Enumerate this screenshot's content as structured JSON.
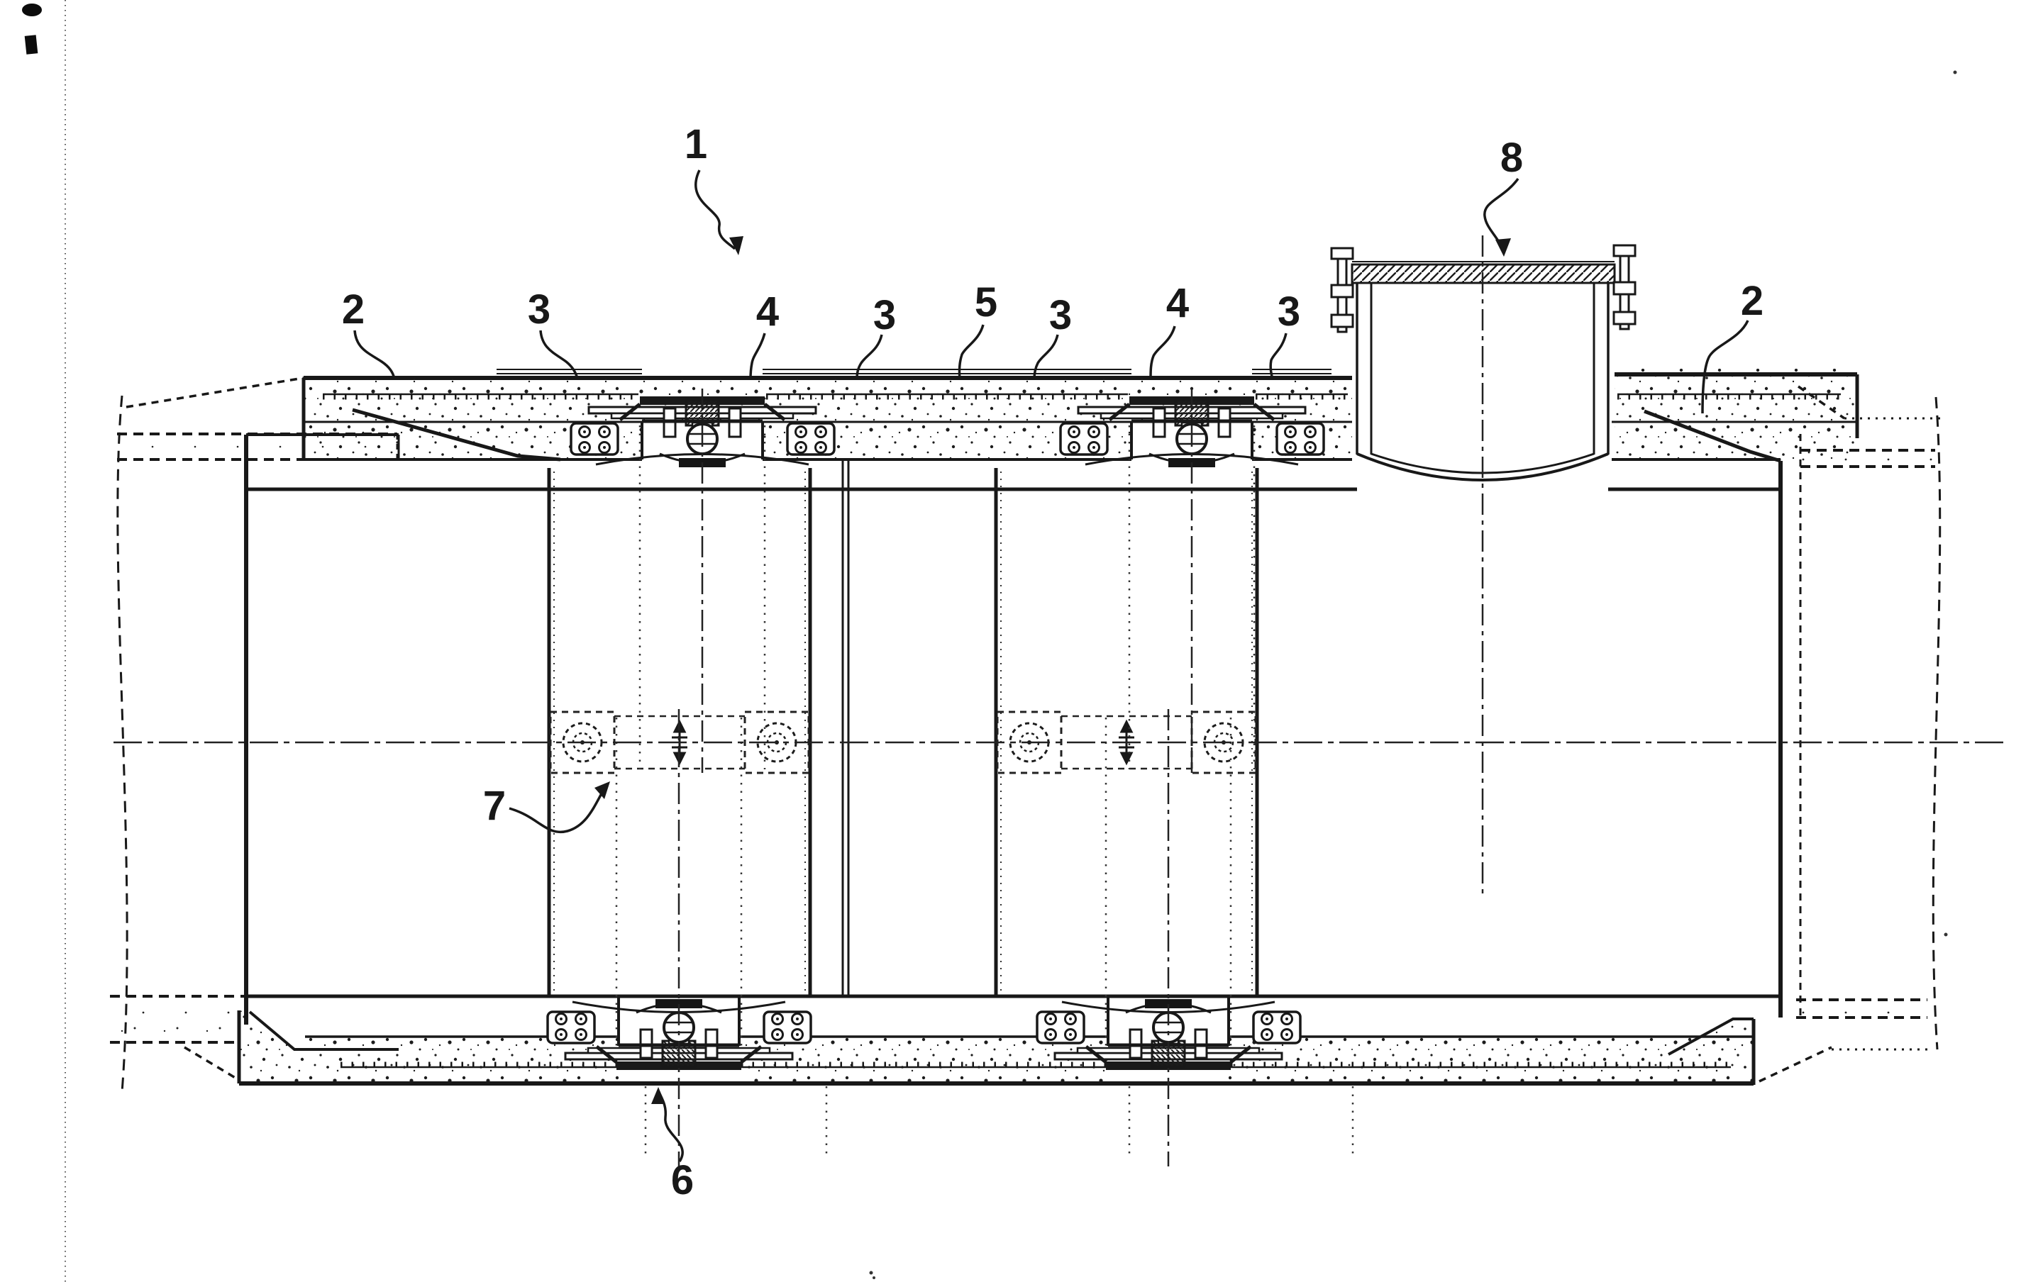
{
  "colors": {
    "paper": "#ffffff",
    "ink": "#181818"
  },
  "figure": {
    "numerals_present": [
      "1",
      "2",
      "3",
      "4",
      "5",
      "6",
      "7",
      "8"
    ],
    "labels": {
      "n1": "1",
      "n2_left": "2",
      "n3_a": "3",
      "n4_a": "4",
      "n3_b": "3",
      "n5": "5",
      "n3_c": "3",
      "n4_b": "4",
      "n3_d": "3",
      "n8": "8",
      "n2_right": "2",
      "n7": "7",
      "n6": "6"
    }
  }
}
